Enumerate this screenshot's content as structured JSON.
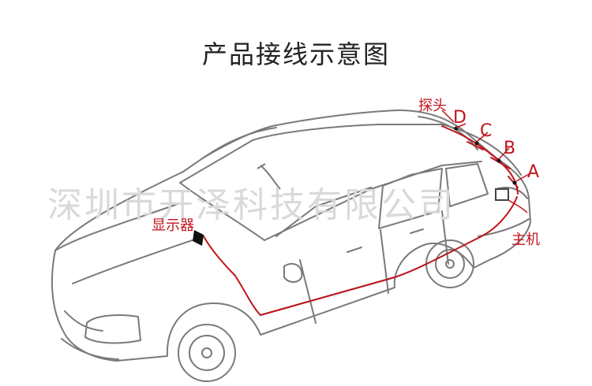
{
  "title": "产品接线示意图",
  "watermark": "深圳市开泽科技有限公司",
  "labels": {
    "probe": "探头",
    "display": "显示器",
    "host": "主机",
    "sensor_a": "A",
    "sensor_b": "B",
    "sensor_c": "C",
    "sensor_d": "D"
  },
  "colors": {
    "wire": "#c0141c",
    "car_outline": "#7a7a7a",
    "title": "#222222",
    "watermark": "#d9d9d9"
  }
}
